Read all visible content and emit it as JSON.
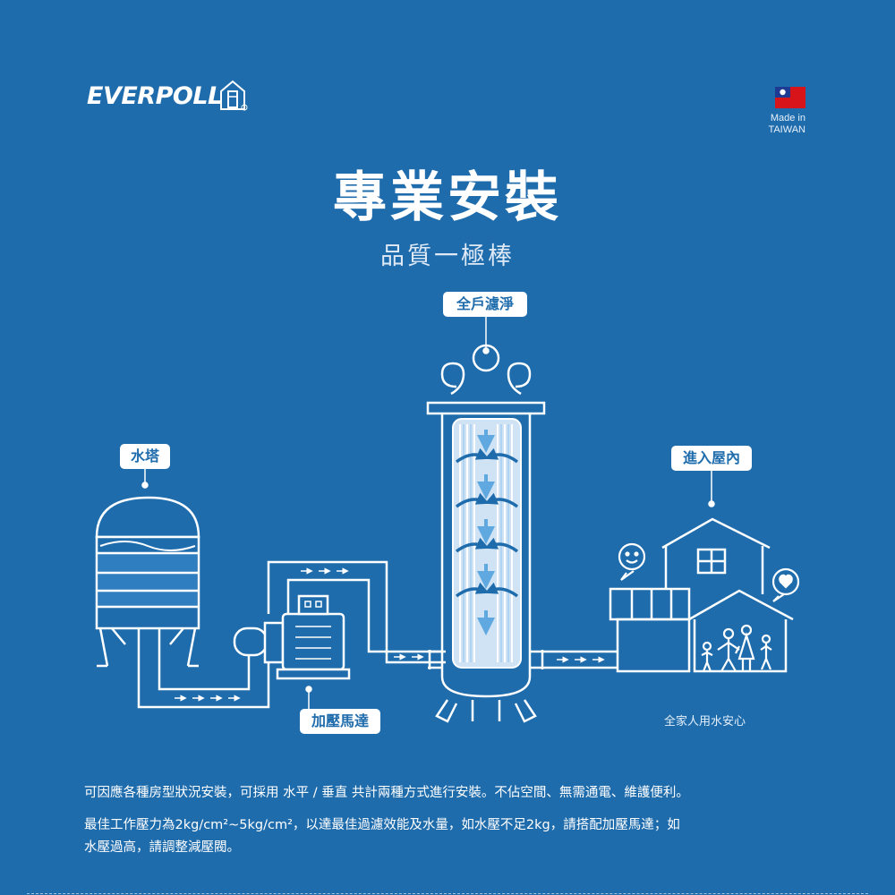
{
  "brand": {
    "name": "EVERPOLL"
  },
  "origin": {
    "line1": "Made in",
    "line2": "TAIWAN"
  },
  "heading": {
    "title": "專業安裝",
    "subtitle": "品質一極棒"
  },
  "labels": {
    "filter": "全戶濾淨",
    "tower": "水塔",
    "house": "進入屋內",
    "pump": "加壓馬達",
    "family": "全家人用水安心"
  },
  "description": {
    "line1": "可因應各種房型狀況安裝，可採用 水平 / 垂直 共計兩種方式進行安裝。不佔空間、無需通電、維護便利。",
    "line2": "最佳工作壓力為2kg/cm²~5kg/cm²，以達最佳過濾效能及水量，如水壓不足2kg，請搭配加壓馬達；如",
    "line3": "水壓過高，請調整減壓閥。"
  },
  "colors": {
    "background": "#1f6cad",
    "line": "#ffffff",
    "water": "#8fc3ea",
    "flag_red": "#d7141a",
    "flag_blue": "#1f3a93"
  }
}
